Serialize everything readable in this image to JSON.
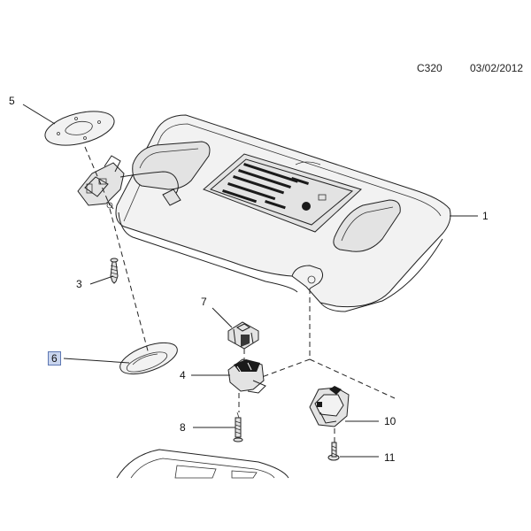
{
  "header": {
    "code": "C320",
    "date": "03/02/2012"
  },
  "callouts": {
    "c1": "1",
    "c3": "3",
    "c4": "4",
    "c5": "5",
    "c6": "6",
    "c7": "7",
    "c8": "8",
    "c10": "10",
    "c11": "11"
  },
  "highlighted_callout": "6",
  "colors": {
    "highlight_fill": "#c9d5ee",
    "highlight_border": "#5e78b3",
    "line": "#222222"
  }
}
